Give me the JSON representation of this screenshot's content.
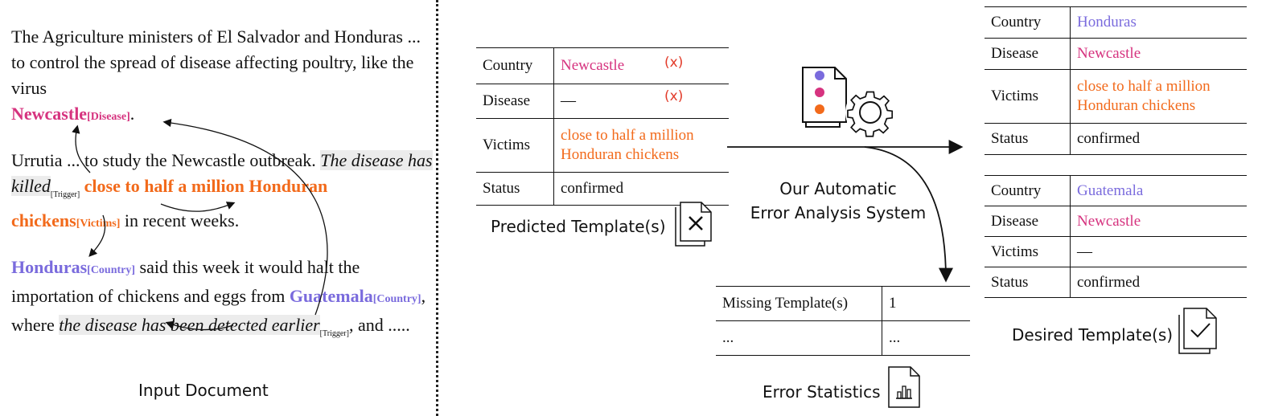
{
  "document": {
    "p1_text": "The Agriculture ministers of El Salvador and Honduras ... to control the spread of disease affecting poultry, like the virus",
    "p1_entity": "Newcastle",
    "p1_tag": "[Disease]",
    "p1_end": ".",
    "p2_start": "Urrutia ... to study the Newcastle outbreak.",
    "p2_trigger_text": "The disease has killed",
    "p2_trigger_tag": "[Trigger]",
    "p2_entity": "close to half a million Honduran chickens",
    "p2_tag": "[Victims]",
    "p2_end": "in recent weeks.",
    "p3_entity1": "Honduras",
    "p3_tag1": "[Country]",
    "p3_mid": "said this week it would halt the importation of chickens and eggs from",
    "p3_entity2": "Guatemala",
    "p3_tag2": "[Country]",
    "p3_where": ", where",
    "p3_trigger_text": "the disease has been detected earlier",
    "p3_trigger_tag": "[Trigger]",
    "p3_end": ", and .....",
    "caption": "Input Document"
  },
  "predicted": {
    "rows": [
      {
        "key": "Country",
        "value": "Newcastle",
        "mark": "(x)"
      },
      {
        "key": "Disease",
        "value": "—",
        "mark": "(x)"
      },
      {
        "key": "Victims",
        "value": "close to half a million Honduran chickens",
        "mark": ""
      },
      {
        "key": "Status",
        "value": "confirmed",
        "mark": ""
      }
    ],
    "caption": "Predicted Template(s)"
  },
  "system": {
    "label_line1": "Our Automatic",
    "label_line2": "Error Analysis System"
  },
  "error_stats": {
    "rows": [
      {
        "key": "Missing Template(s)",
        "value": "1"
      },
      {
        "key": "...",
        "value": "..."
      }
    ],
    "caption": "Error Statistics"
  },
  "desired": {
    "template1": [
      {
        "key": "Country",
        "value": "Honduras"
      },
      {
        "key": "Disease",
        "value": "Newcastle"
      },
      {
        "key": "Victims",
        "value": "close to half a million Honduran chickens"
      },
      {
        "key": "Status",
        "value": "confirmed"
      }
    ],
    "template2": [
      {
        "key": "Country",
        "value": "Guatemala"
      },
      {
        "key": "Disease",
        "value": "Newcastle"
      },
      {
        "key": "Victims",
        "value": "—"
      },
      {
        "key": "Status",
        "value": "confirmed"
      }
    ],
    "caption": "Desired Template(s)"
  },
  "colors": {
    "country": "#7a6bdd",
    "disease": "#d6337f",
    "victims": "#f26a1b",
    "error": "#e23b2a"
  },
  "icons": [
    "document-x-icon",
    "document-gear-icon",
    "bar-chart-document-icon",
    "document-check-icon"
  ]
}
